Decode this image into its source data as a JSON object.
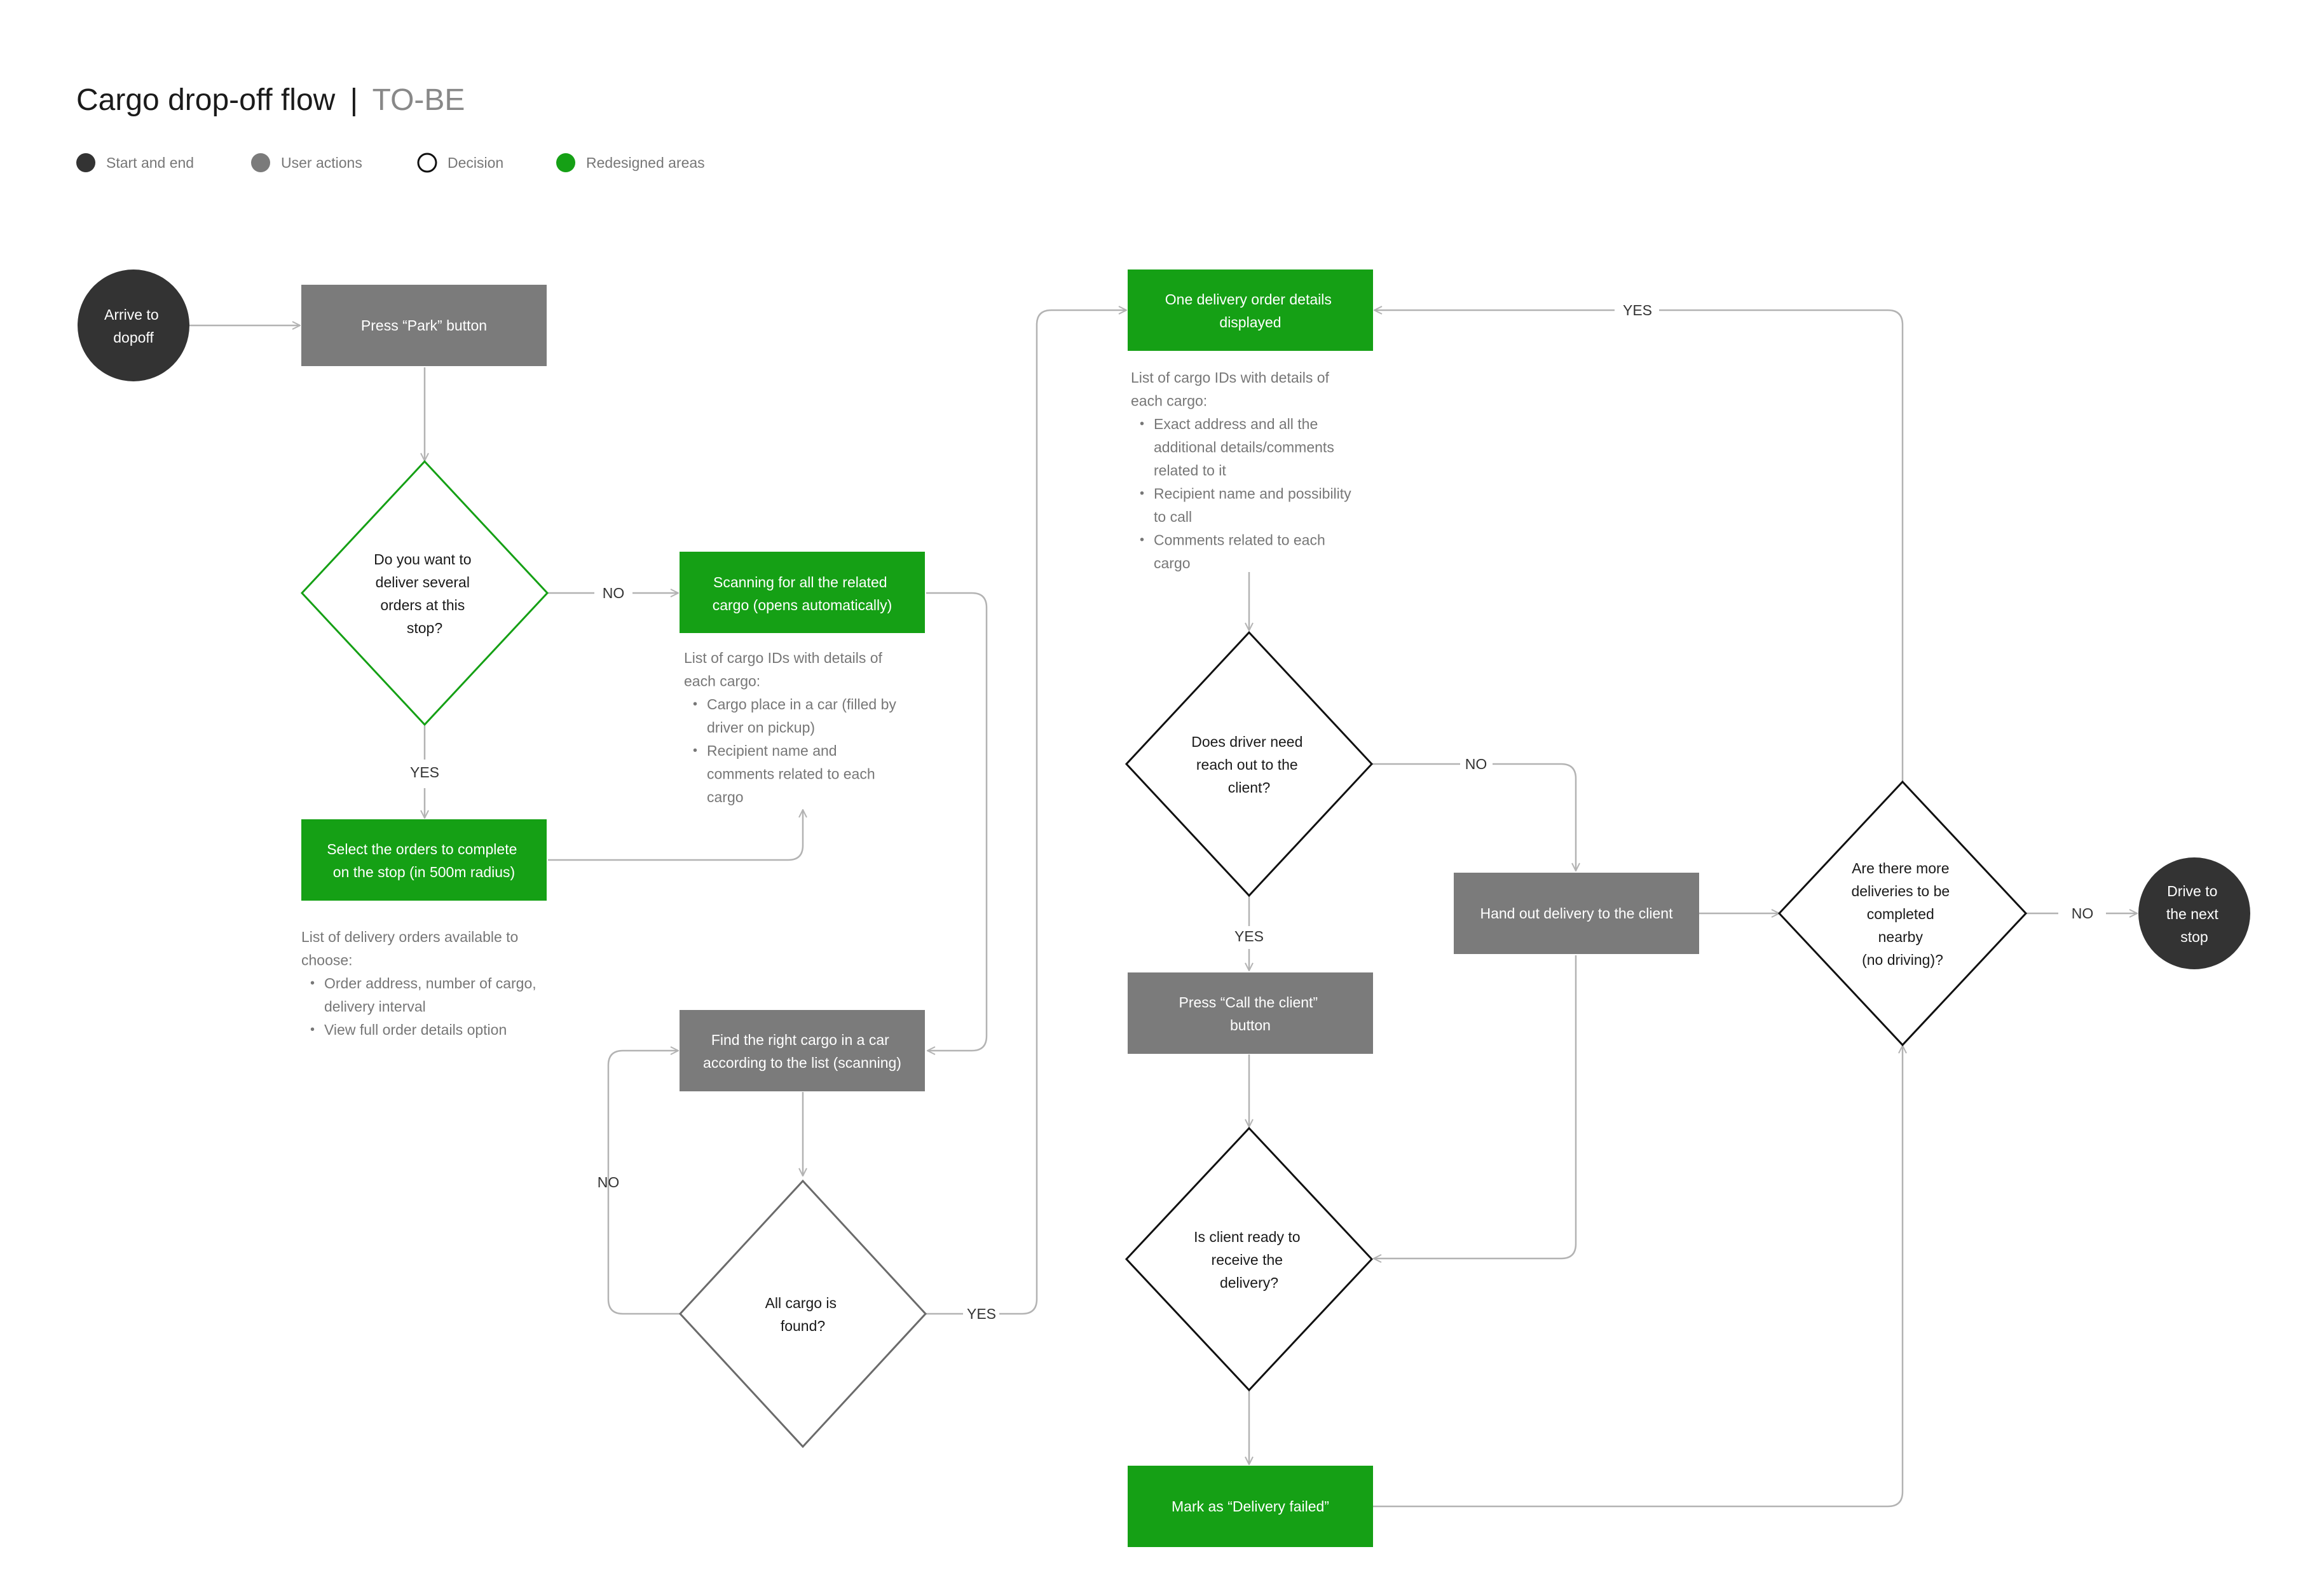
{
  "header": {
    "title": "Cargo drop-off flow",
    "separator": "|",
    "subtitle": "TO-BE"
  },
  "legend": [
    {
      "label": "Start and end",
      "color": "#333333",
      "style": "filled"
    },
    {
      "label": "User actions",
      "color": "#7b7b7b",
      "style": "filled"
    },
    {
      "label": "Decision",
      "color": "#111111",
      "style": "outline"
    },
    {
      "label": "Redesigned areas",
      "color": "#15a015",
      "style": "filled"
    }
  ],
  "colors": {
    "start_end": "#333333",
    "user_action": "#7b7b7b",
    "redesigned": "#15a015",
    "decision_stroke": "#111111",
    "decision_gray_stroke": "#6b6b6b",
    "connector": "#b3b3b3",
    "note_text": "#777777"
  },
  "nodes": {
    "arrive": {
      "lines": [
        "Arrive to",
        "dopoff"
      ]
    },
    "press_park": {
      "lines": [
        "Press “Park” button"
      ]
    },
    "deliver_several": {
      "lines": [
        "Do you want to",
        "deliver several",
        "orders at this",
        "stop?"
      ]
    },
    "scan_related": {
      "lines": [
        "Scanning for all the related",
        "cargo (opens automatically)"
      ]
    },
    "select_orders": {
      "lines": [
        "Select the orders to complete",
        "on the stop (in 500m radius)"
      ]
    },
    "find_cargo": {
      "lines": [
        "Find the right cargo in a car",
        "according to the list (scanning)"
      ]
    },
    "all_found": {
      "lines": [
        "All cargo is",
        "found?"
      ]
    },
    "order_details": {
      "lines": [
        "One delivery order details",
        "displayed"
      ]
    },
    "reach_out": {
      "lines": [
        "Does driver need",
        "reach out to the",
        "client?"
      ]
    },
    "press_call": {
      "lines": [
        "Press “Call the client”",
        "button"
      ]
    },
    "client_ready": {
      "lines": [
        "Is client ready to",
        "receive the",
        "delivery?"
      ]
    },
    "mark_failed": {
      "lines": [
        "Mark as “Delivery failed”"
      ]
    },
    "hand_out": {
      "lines": [
        "Hand out delivery to the client"
      ]
    },
    "more_deliveries": {
      "lines": [
        "Are there more",
        "deliveries to be",
        "completed",
        "nearby",
        "(no driving)?"
      ]
    },
    "drive_next": {
      "lines": [
        "Drive to",
        "the next",
        "stop"
      ]
    }
  },
  "notes": {
    "scan_list": [
      {
        "text": "List of cargo IDs with details of",
        "bullet": false
      },
      {
        "text": "each cargo:",
        "bullet": false
      },
      {
        "text": "Cargo place in a car (filled by",
        "bullet": true
      },
      {
        "text": "driver on pickup)",
        "bullet": false
      },
      {
        "text": "Recipient name and",
        "bullet": true
      },
      {
        "text": "comments related to each",
        "bullet": false
      },
      {
        "text": "cargo",
        "bullet": false
      }
    ],
    "select_list": [
      {
        "text": "List of delivery orders available to",
        "bullet": false
      },
      {
        "text": "choose:",
        "bullet": false
      },
      {
        "text": "Order address, number of cargo,",
        "bullet": true
      },
      {
        "text": "delivery interval",
        "bullet": false
      },
      {
        "text": "View full order details option",
        "bullet": true
      }
    ],
    "details_list": [
      {
        "text": "List of cargo IDs with details of",
        "bullet": false
      },
      {
        "text": "each cargo:",
        "bullet": false
      },
      {
        "text": "Exact address and all the",
        "bullet": true
      },
      {
        "text": "additional details/comments",
        "bullet": false
      },
      {
        "text": "related to it",
        "bullet": false
      },
      {
        "text": "Recipient name and possibility",
        "bullet": true
      },
      {
        "text": "to call",
        "bullet": false
      },
      {
        "text": "Comments related to each",
        "bullet": true
      },
      {
        "text": "cargo",
        "bullet": false
      }
    ]
  },
  "edge_labels": {
    "several_no": "NO",
    "several_yes": "YES",
    "found_no": "NO",
    "found_yes": "YES",
    "reach_no": "NO",
    "reach_yes": "YES",
    "more_yes": "YES",
    "more_no": "NO"
  }
}
